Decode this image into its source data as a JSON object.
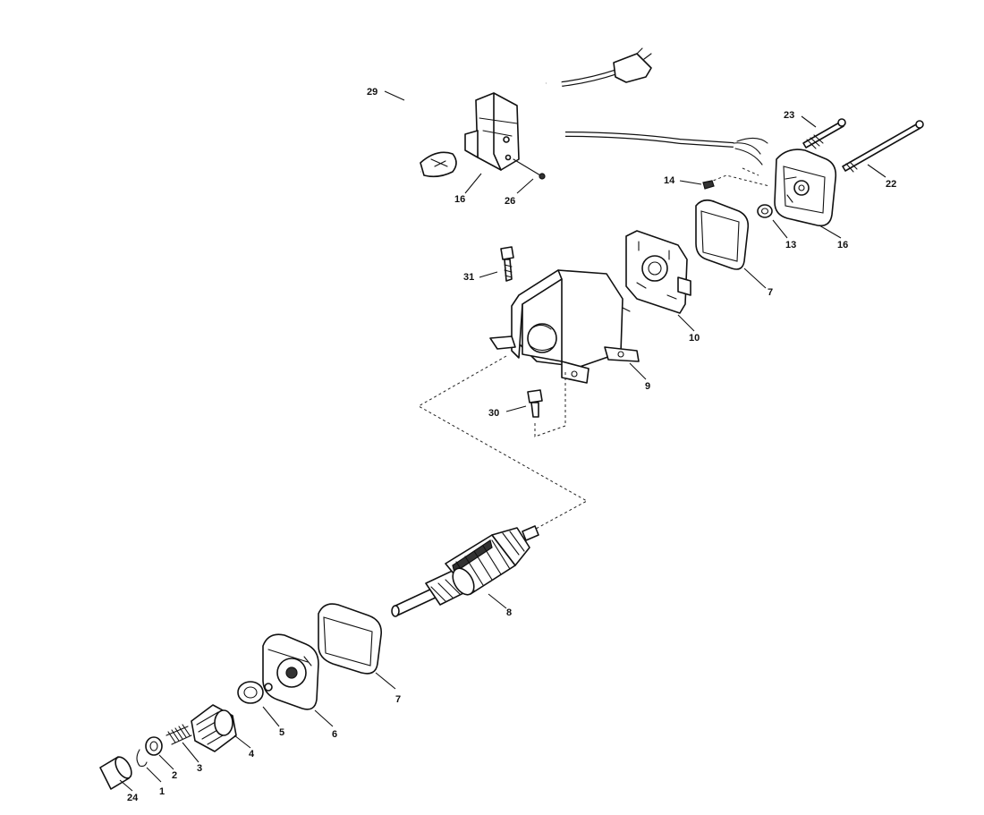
{
  "callouts": [
    {
      "id": "c29",
      "label": "29"
    },
    {
      "id": "c16a",
      "label": "16"
    },
    {
      "id": "c26",
      "label": "26"
    },
    {
      "id": "c23",
      "label": "23"
    },
    {
      "id": "c14",
      "label": "14"
    },
    {
      "id": "c22",
      "label": "22"
    },
    {
      "id": "c13",
      "label": "13"
    },
    {
      "id": "c16b",
      "label": "16"
    },
    {
      "id": "c31",
      "label": "31"
    },
    {
      "id": "c7a",
      "label": "7"
    },
    {
      "id": "c10",
      "label": "10"
    },
    {
      "id": "c9",
      "label": "9"
    },
    {
      "id": "c30",
      "label": "30"
    },
    {
      "id": "c8",
      "label": "8"
    },
    {
      "id": "c7b",
      "label": "7"
    },
    {
      "id": "c6",
      "label": "6"
    },
    {
      "id": "c5",
      "label": "5"
    },
    {
      "id": "c4",
      "label": "4"
    },
    {
      "id": "c3",
      "label": "3"
    },
    {
      "id": "c2",
      "label": "2"
    },
    {
      "id": "c1",
      "label": "1"
    },
    {
      "id": "c24",
      "label": "24"
    }
  ]
}
